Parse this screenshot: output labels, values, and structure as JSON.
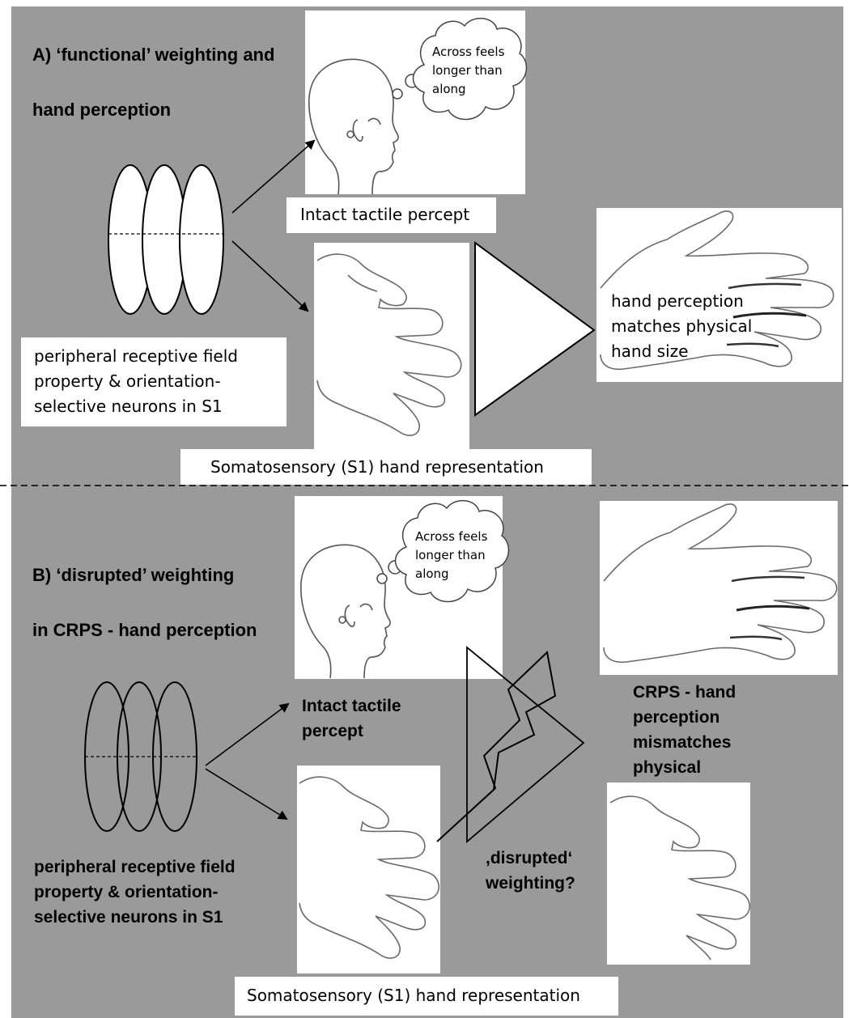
{
  "panel_a": {
    "heading_line1": "A)  ‘functional’ weighting and",
    "heading_line2": "hand perception",
    "thought": [
      "Across feels",
      "longer than",
      "along"
    ],
    "intact_percept": "Intact tactile percept",
    "receptive_field": [
      "peripheral receptive field",
      "property & orientation-",
      "selective neurons in S1"
    ],
    "perception_result": [
      "hand perception",
      "matches physical",
      "hand size"
    ],
    "s1_representation": "Somatosensory (S1) hand representation"
  },
  "panel_b": {
    "heading_line1": "B) ‘disrupted’ weighting",
    "heading_line2": "in CRPS - hand perception",
    "thought": [
      "Across feels",
      "longer than",
      "along"
    ],
    "intact_percept": [
      "Intact tactile",
      "percept"
    ],
    "receptive_field": [
      "peripheral receptive field",
      "property & orientation-",
      "selective neurons in  S1"
    ],
    "crps_result": [
      "CRPS - hand",
      "perception",
      "mismatches",
      "physical"
    ],
    "disrupted_question": [
      ",disrupted‘",
      "weighting?"
    ],
    "s1_representation": "Somatosensory (S1) hand representation"
  },
  "icons": [
    "receptive-field-ellipses",
    "head-silhouette",
    "thought-cloud",
    "hand-drawing",
    "triangle-arrow",
    "lightning-bolt"
  ]
}
